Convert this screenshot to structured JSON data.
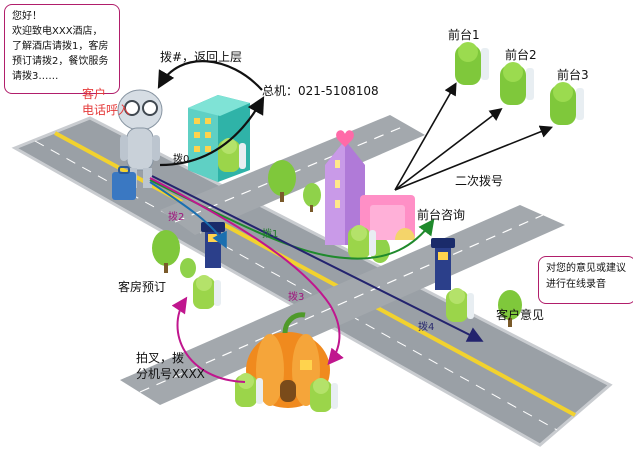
{
  "diagram": {
    "greeting_bubble": "您好！\n欢迎致电XXX酒店，\n了解酒店请拨1，客房\n预订请拨2，餐饮服务\n请拨3……",
    "caller": "客户\n电话呼入",
    "dial_hash": "拨#，返回上层",
    "main_line": "总机：021-5108108",
    "dial0": "拨0",
    "dial1": "拨1",
    "dial2": "拨2",
    "dial3": "拨3",
    "dial4": "拨4",
    "front_desk_1": "前台1",
    "front_desk_2": "前台2",
    "front_desk_3": "前台3",
    "second_dial": "二次拨号",
    "front_desk_inquiry": "前台咨询",
    "room_booking": "客房预订",
    "pickup_extension": "拍叉，拨\n分机号XXXX",
    "feedback_bubble": "对您的意见或建议\n进行在线录音",
    "customer_feedback": "客户意见"
  }
}
